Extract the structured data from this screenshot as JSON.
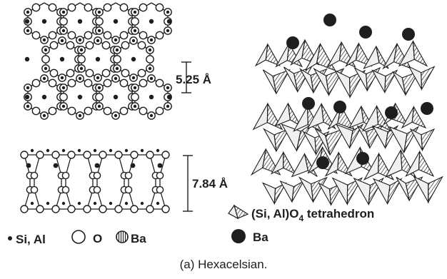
{
  "figure": {
    "caption": "(a) Hexacelsian.",
    "ink_color": "#1e1e1e",
    "background_color": "#ffffff"
  },
  "top_view": {
    "spacing_label": "5.25 Å"
  },
  "side_view": {
    "spacing_label": "7.84 Å"
  },
  "legend": {
    "si_al": {
      "symbol": "small-dot",
      "label": "Si, Al"
    },
    "o": {
      "symbol": "open-circle",
      "label": "O"
    },
    "ba_striped": {
      "symbol": "hatched-circle",
      "label": "Ba"
    },
    "tetrahedron": {
      "symbol": "hatched-tetrahedron",
      "label_main": "(Si, Al)O",
      "label_sub": "4",
      "label_rest": " tetrahedron"
    },
    "ba_solid": {
      "symbol": "filled-circle",
      "label": "Ba"
    }
  }
}
